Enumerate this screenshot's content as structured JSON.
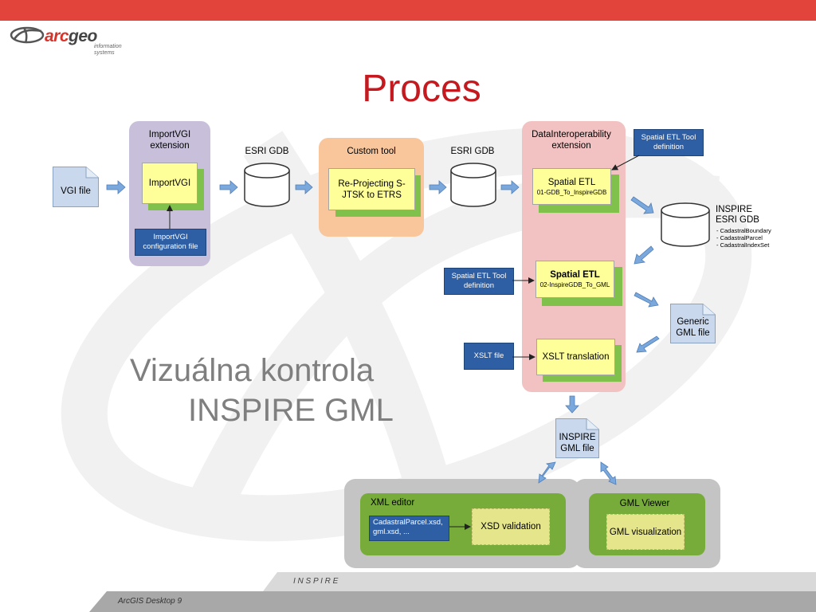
{
  "logo": {
    "brand_a": "arc",
    "brand_b": "geo",
    "sub1": "information",
    "sub2": "systems"
  },
  "title": "Proces",
  "subtitle": {
    "line1": "Vizuálna kontrola",
    "line2": "INSPIRE GML"
  },
  "vgi_file": "VGI file",
  "import_vgi": {
    "panel_label": "ImportVGI extension",
    "tool": "ImportVGI",
    "config": "ImportVGI configuration file"
  },
  "esri_gdb_1": "ESRI GDB",
  "custom_tool": {
    "panel_label": "Custom tool",
    "tool": "Re-Projecting S-JTSK to ETRS"
  },
  "esri_gdb_2": "ESRI GDB",
  "data_interop": {
    "panel_label": "DataInteroperability extension",
    "etl1_title": "Spatial ETL",
    "etl1_sub": "01-GDB_To_InspireGDB",
    "etl2_title": "Spatial ETL",
    "etl2_sub": "02-InspireGDB_To_GML",
    "xslt": "XSLT translation"
  },
  "etl_def_top": "Spatial ETL Tool definition",
  "etl_def_left": "Spatial ETL Tool definition",
  "xslt_file": "XSLT file",
  "inspire_gdb": {
    "title_l1": "INSPIRE",
    "title_l2": "ESRI GDB",
    "items": [
      "- CadastralBoundary",
      "- CadastralParcel",
      "- CadastralIndexSet"
    ]
  },
  "generic_gml": "Generic GML file",
  "inspire_gml": "INSPIRE GML file",
  "xml_editor": {
    "label": "XML editor",
    "schemas": "CadastralParcel.xsd, gml.xsd, ...",
    "validation": "XSD validation"
  },
  "gml_viewer": {
    "label": "GML Viewer",
    "visualization": "GML visualization"
  },
  "footer": {
    "inspire": "I N S P I R E",
    "arcgis": "ArcGIS Desktop 9"
  },
  "colors": {
    "topbar": "#e2433a",
    "title": "#c41a1f",
    "arrow_blue": "#6f9fd4",
    "tool_yellow": "#ffff9a",
    "note_blue": "#2e5ea3"
  }
}
